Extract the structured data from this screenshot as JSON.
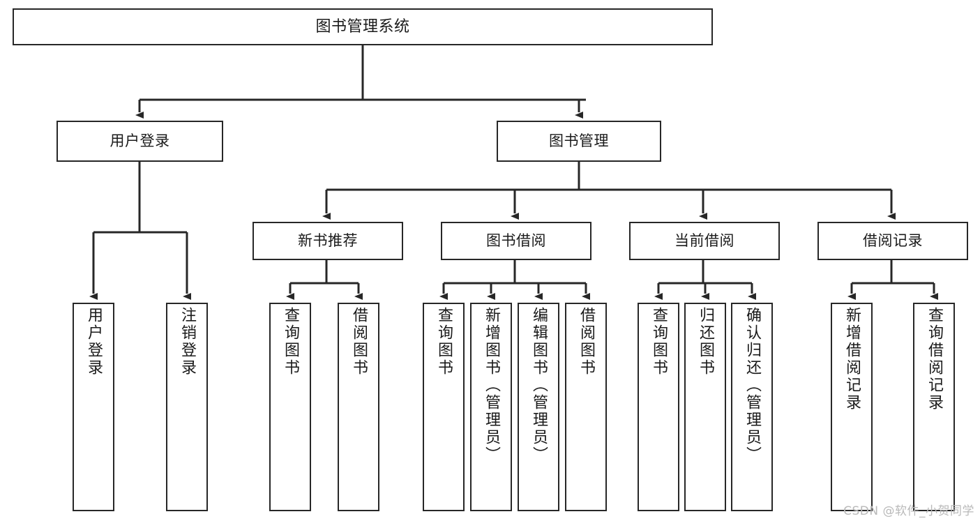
{
  "diagram": {
    "title": "图书管理系统",
    "watermark": "CSDN @软件_小贺同学",
    "line_color": "#272727",
    "box_fill": "#ffffff",
    "text_color": "#1a1a1a",
    "watermark_color": "#b9b9b9"
  },
  "nodes": {
    "root": {
      "label": "图书管理系统"
    },
    "level2": [
      {
        "label": "用户登录"
      },
      {
        "label": "图书管理"
      }
    ],
    "level3": [
      {
        "label": "新书推荐"
      },
      {
        "label": "图书借阅"
      },
      {
        "label": "当前借阅"
      },
      {
        "label": "借阅记录"
      }
    ],
    "leaves": {
      "user_login": [
        {
          "label": "用户登录"
        },
        {
          "label": "注销登录"
        }
      ],
      "new_book_recommend": [
        {
          "label": "查询图书"
        },
        {
          "label": "借阅图书"
        }
      ],
      "book_borrow": [
        {
          "label": "查询图书"
        },
        {
          "label": "新增图书（管理员）"
        },
        {
          "label": "编辑图书（管理员）"
        },
        {
          "label": "借阅图书"
        }
      ],
      "current_borrow": [
        {
          "label": "查询图书"
        },
        {
          "label": "归还图书"
        },
        {
          "label": "确认归还（管理员）"
        }
      ],
      "borrow_record": [
        {
          "label": "新增借阅记录"
        },
        {
          "label": "查询借阅记录"
        }
      ]
    }
  }
}
